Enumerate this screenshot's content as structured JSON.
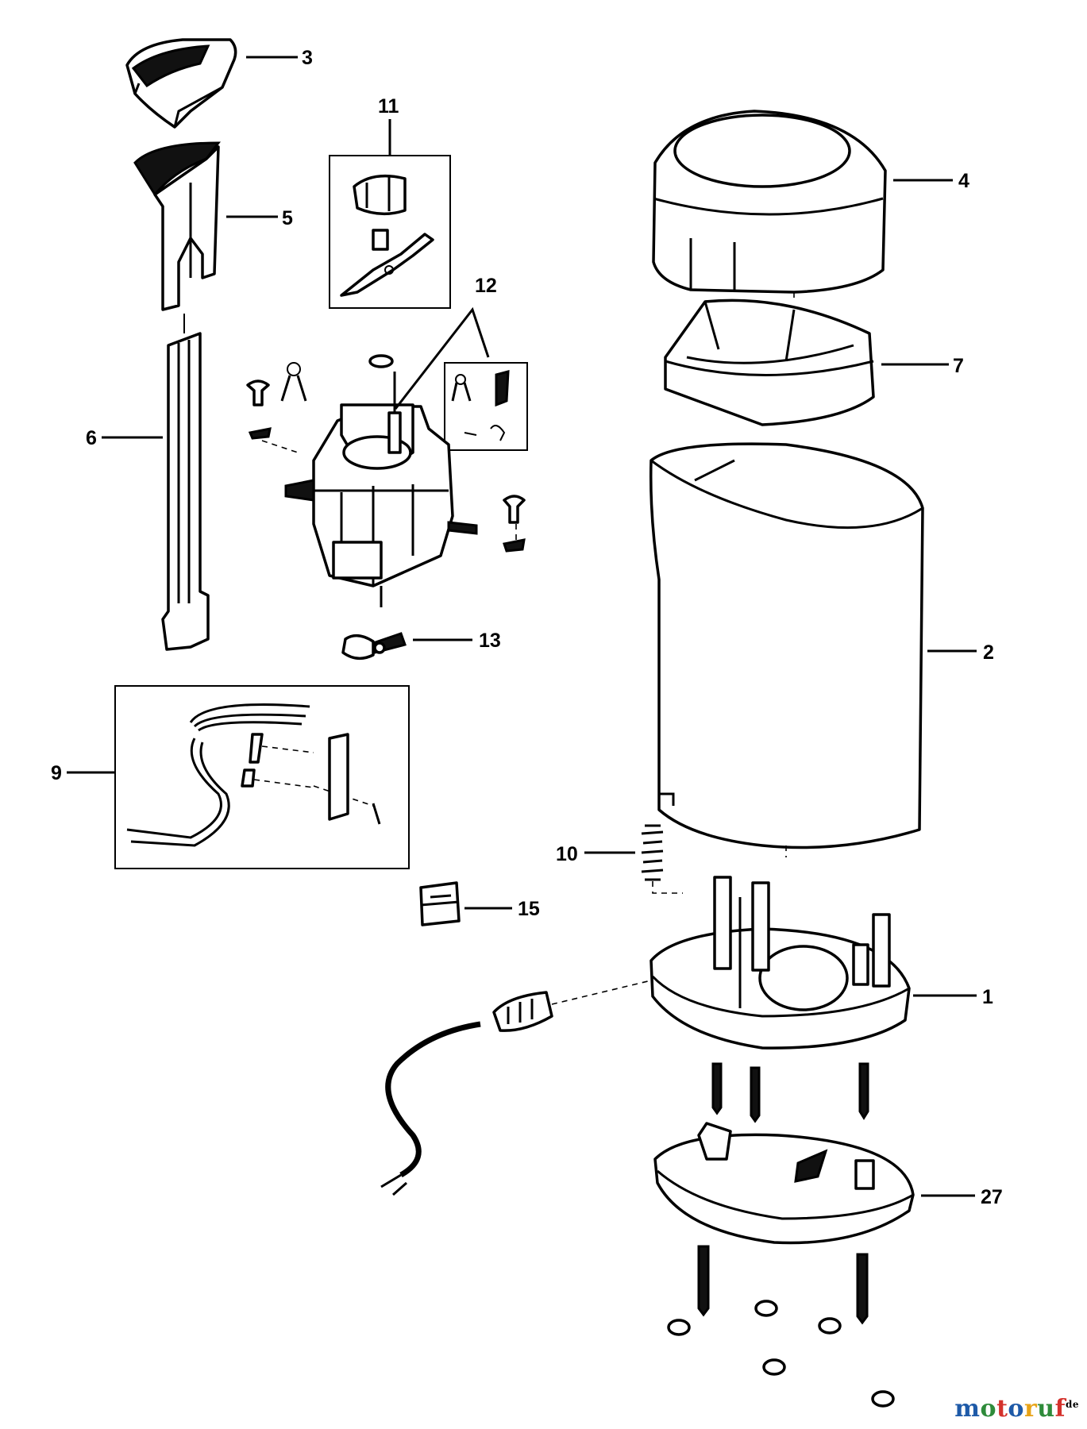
{
  "callouts": {
    "c1": "1",
    "c2": "2",
    "c3": "3",
    "c4": "4",
    "c5": "5",
    "c6": "6",
    "c7": "7",
    "c9": "9",
    "c10": "10",
    "c11": "11",
    "c12": "12",
    "c13": "13",
    "c15": "15",
    "c27": "27"
  },
  "watermark": {
    "letters": [
      "m",
      "o",
      "t",
      "o",
      "r",
      "u",
      "f"
    ],
    "colors": [
      "#1e5aa8",
      "#2e8b3a",
      "#d4322c",
      "#1e5aa8",
      "#e8a317",
      "#2e8b3a",
      "#d4322c"
    ],
    "badge": "de"
  }
}
